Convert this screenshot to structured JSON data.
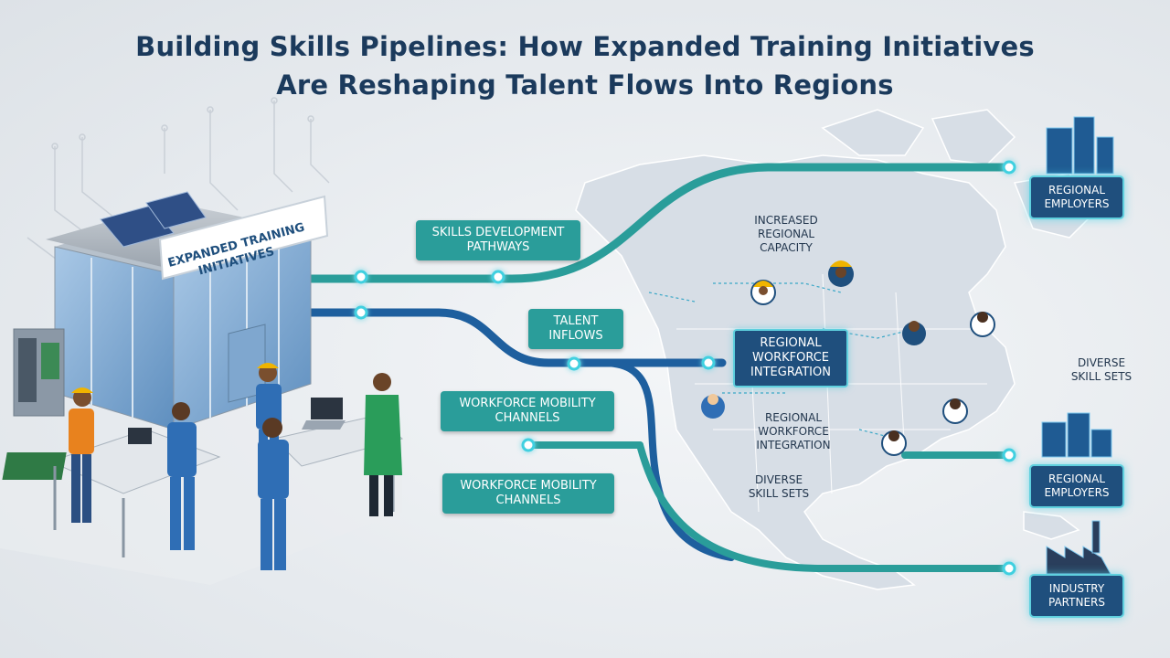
{
  "title": {
    "line1": "Building Skills Pipelines: How Expanded Training Initiatives",
    "line2": "Are Reshaping Talent Flows Into Regions"
  },
  "building": {
    "sign": "Expanded Training Initiatives"
  },
  "flow_labels": {
    "skills_development": "Skills Development Pathways",
    "talent_inflows": "Talent Inflows",
    "mobility_1": "Workforce Mobility Channels",
    "mobility_2": "Workforce Mobility Channels",
    "regional_integration_box": "Regional Workforce Integration"
  },
  "map_labels": {
    "increased_capacity": "Increased Regional Capacity",
    "regional_integration": "Regional Workforce Integration",
    "diverse_map": "Diverse Skill Sets",
    "diverse_right": "Diverse Skill Sets"
  },
  "destinations": [
    {
      "label": "Regional Employers",
      "icon": "office-building-icon"
    },
    {
      "label": "Regional Employers",
      "icon": "office-building-icon"
    },
    {
      "label": "Industry Partners",
      "icon": "factory-icon"
    }
  ],
  "colors": {
    "title": "#1b3a5c",
    "teal_pipe": "#2a9d9a",
    "blue_pipe": "#1e5f9e",
    "label_teal": "#2a9d9a",
    "card_navy": "#1f4f7d",
    "glow": "#5fd0de",
    "map_land": "#d7dee6"
  }
}
